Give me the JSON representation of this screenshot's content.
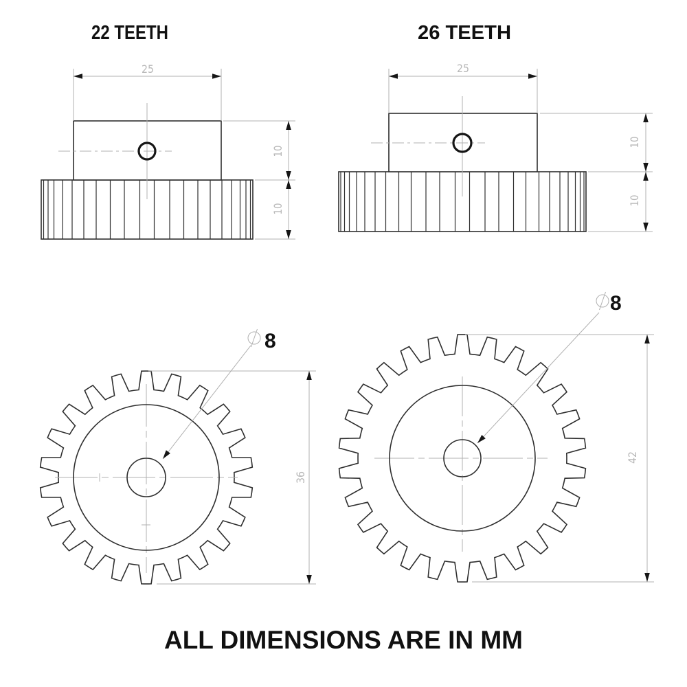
{
  "drawing": {
    "note": "ALL DIMENSIONS ARE IN MM",
    "gears": [
      {
        "id": "gear-22",
        "title": "22 TEETH",
        "teeth": 22,
        "side_view": {
          "hub_width": "25",
          "hub_height": "10",
          "face_width": "10"
        },
        "front_view": {
          "bore_diameter": "8",
          "outer_diameter": "36",
          "diameter_symbol": "diameter-icon"
        }
      },
      {
        "id": "gear-26",
        "title": "26 TEETH",
        "teeth": 26,
        "side_view": {
          "hub_width": "25",
          "hub_height": "10",
          "face_width": "10"
        },
        "front_view": {
          "bore_diameter": "8",
          "outer_diameter": "42",
          "diameter_symbol": "diameter-icon"
        }
      }
    ],
    "colors": {
      "background": "#ffffff",
      "outline": "#2e2e2e",
      "dim_line": "#b0b0b0",
      "dim_text": "#b8b8b8",
      "arrow": "#161616",
      "text": "#111111"
    }
  }
}
